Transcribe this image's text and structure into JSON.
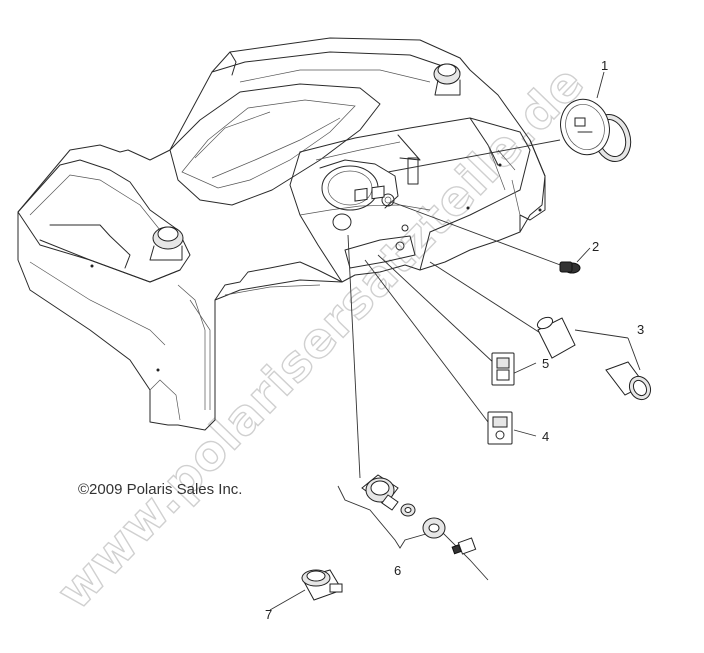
{
  "copyright": "©2009 Polaris Sales Inc.",
  "watermark": "www.polarisersatzteile.de",
  "callouts": [
    {
      "label": "1",
      "part": "speedometer-gauge"
    },
    {
      "label": "2",
      "part": "indicator-light"
    },
    {
      "label": "3",
      "part": "power-outlet"
    },
    {
      "label": "4",
      "part": "switch-4"
    },
    {
      "label": "5",
      "part": "switch-5"
    },
    {
      "label": "6",
      "part": "ignition-switch-kit"
    },
    {
      "label": "7",
      "part": "accessory-plug"
    }
  ],
  "colors": {
    "line": "#2a2a2a",
    "watermark": "#d0d0d0"
  }
}
